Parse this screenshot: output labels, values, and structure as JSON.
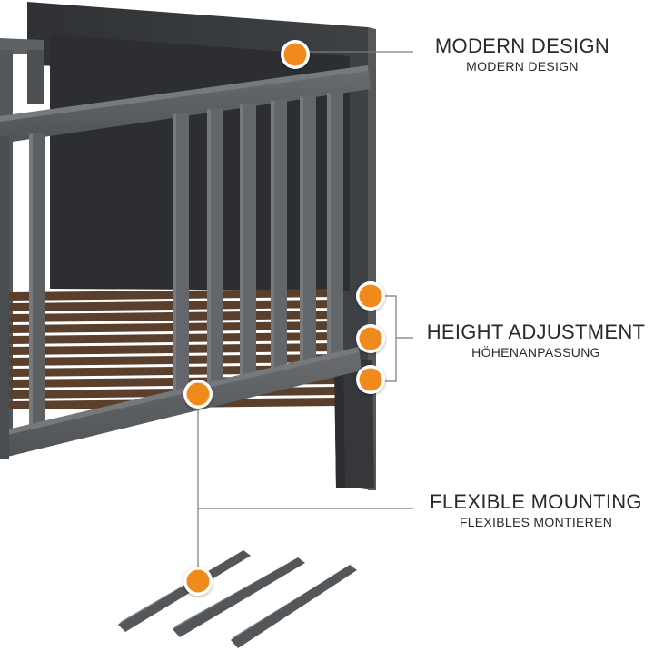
{
  "colors": {
    "frame": "#5b5e61",
    "frame_dark": "#3e4043",
    "headboard": "#36383b",
    "slats_wood": "#5a3f2c",
    "marker": "#f08a1e",
    "connector": "#777777"
  },
  "callouts": [
    {
      "id": "modern-design",
      "title": "MODERN DESIGN",
      "subtitle": "MODERN DESIGN"
    },
    {
      "id": "height-adjustment",
      "title": "HEIGHT ADJUSTMENT",
      "subtitle": "HÖHENANPASSUNG"
    },
    {
      "id": "flexible-mounting",
      "title": "FLEXIBLE MOUNTING",
      "subtitle": "FLEXIBLES MONTIEREN"
    }
  ],
  "marker_icon": "orange-dot-marker-icon"
}
